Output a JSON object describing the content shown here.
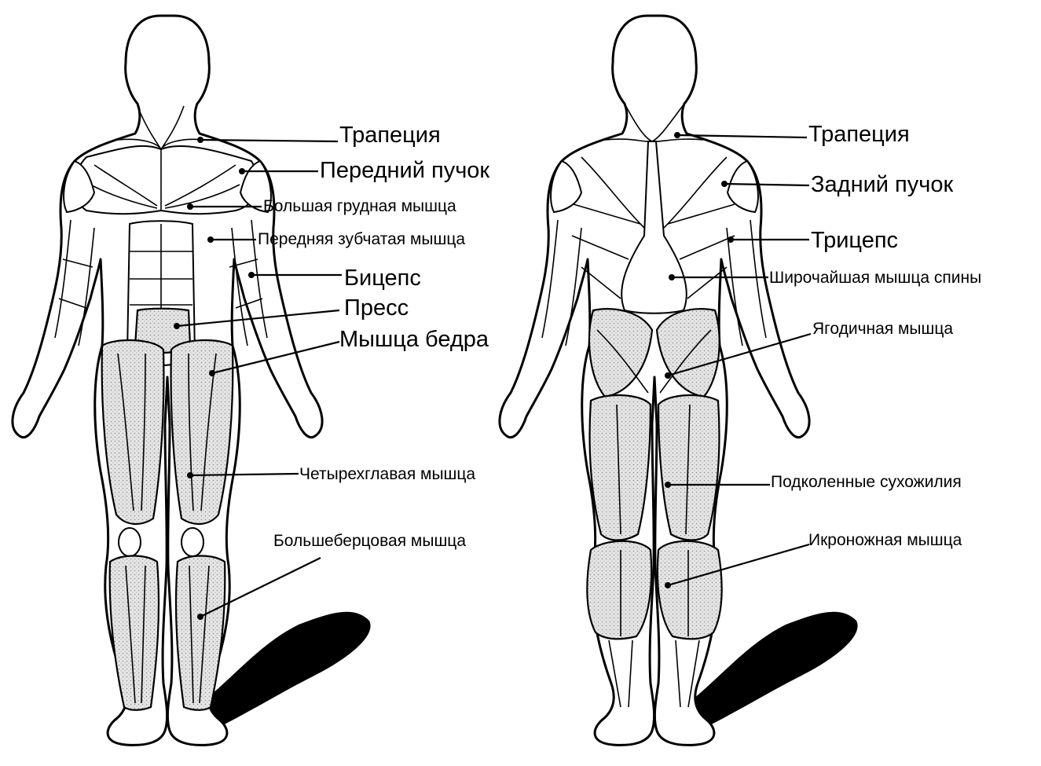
{
  "front_labels": {
    "trapezius": "Трапеция",
    "front_delt": "Передний пучок",
    "pectoral": "Большая грудная мышца",
    "serratus": "Передняя зубчатая мышца",
    "biceps": "Бицепс",
    "abs": "Пресс",
    "thigh": "Мышца бедра",
    "quadriceps": "Четырехглавая мышца",
    "tibialis": "Большеберцовая мышца"
  },
  "back_labels": {
    "trapezius": "Трапеция",
    "rear_delt": "Задний пучок",
    "triceps": "Трицепс",
    "lats": "Широчайшая мышца спины",
    "glutes": "Ягодичная мышца",
    "hamstrings": "Подколенные сухожилия",
    "calves": "Икроножная мышца"
  }
}
